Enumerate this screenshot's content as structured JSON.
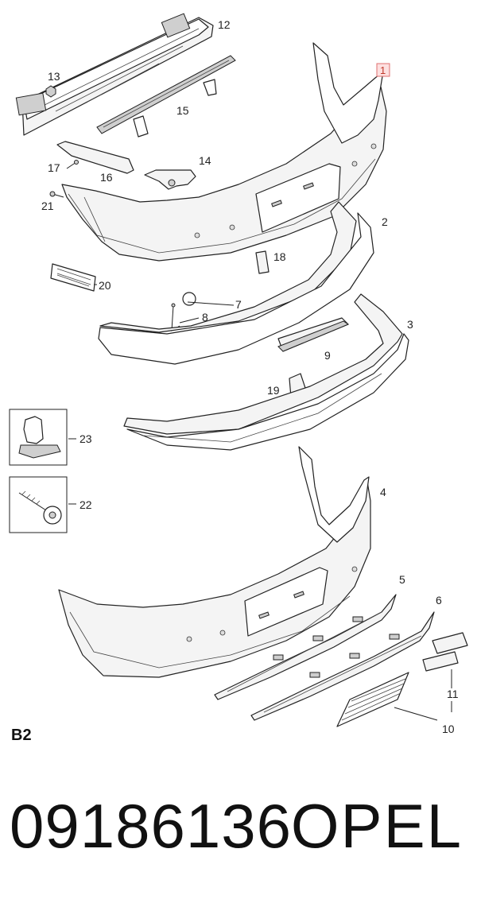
{
  "diagram": {
    "section_label": "B2",
    "callouts": {
      "c1": "1",
      "c2": "2",
      "c3": "3",
      "c4": "4",
      "c5": "5",
      "c6": "6",
      "c7": "7",
      "c8": "8",
      "c9": "9",
      "c10": "10",
      "c11": "11",
      "c12": "12",
      "c13": "13",
      "c14": "14",
      "c15": "15",
      "c16": "16",
      "c17": "17",
      "c18": "18",
      "c19": "19",
      "c20": "20",
      "c21": "21",
      "c22": "22",
      "c23": "23"
    }
  },
  "footer": {
    "part_number": "09186136",
    "brand": "OPEL"
  }
}
